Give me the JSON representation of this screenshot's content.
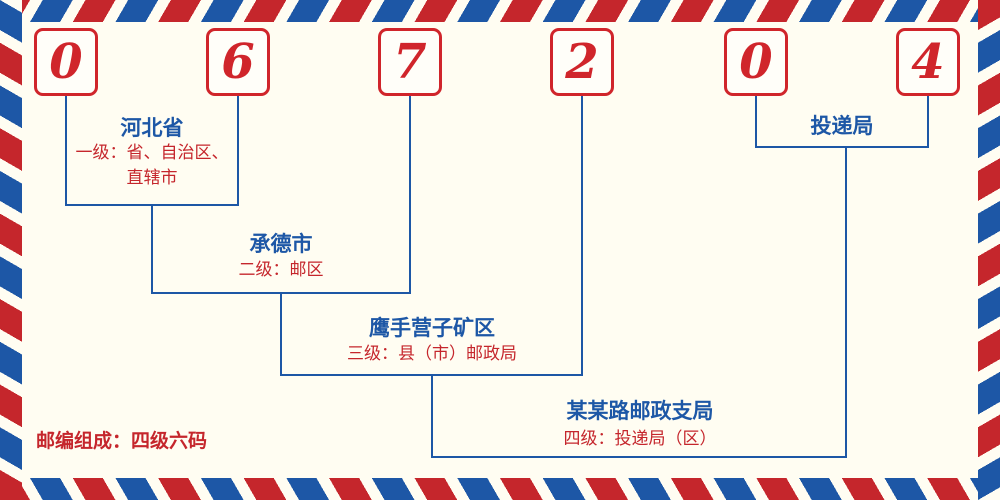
{
  "postal_code": {
    "digits": [
      "0",
      "6",
      "7",
      "2",
      "0",
      "4"
    ]
  },
  "levels": [
    {
      "name": "河北省",
      "desc": "一级：省、自治区、直辖市"
    },
    {
      "name": "承德市",
      "desc": "二级：邮区"
    },
    {
      "name": "鹰手营子矿区",
      "desc": "三级：县（市）邮政局"
    },
    {
      "name": "某某路邮政支局",
      "desc": "四级：投递局（区）"
    },
    {
      "name": "投递局",
      "desc": ""
    }
  ],
  "footer": {
    "label": "邮编组成：四级六码"
  },
  "colors": {
    "red": "#c5262c",
    "blue": "#1d57a6",
    "background": "#fffdf2"
  }
}
